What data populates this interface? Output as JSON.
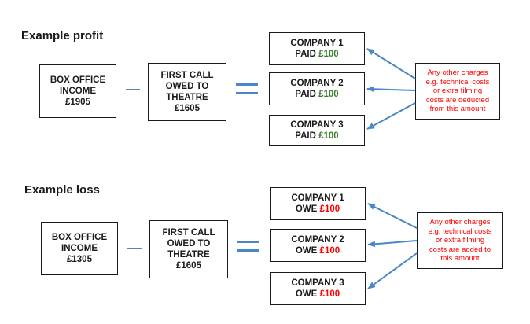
{
  "profit": {
    "title": "Example profit",
    "box_office": [
      "BOX OFFICE",
      "INCOME",
      "£1905"
    ],
    "first_call": [
      "FIRST CALL",
      "OWED TO",
      "THEATRE",
      "£1605"
    ],
    "companies": [
      {
        "name": "COMPANY 1",
        "label": "PAID",
        "amount": "£100"
      },
      {
        "name": "COMPANY 2",
        "label": "PAID",
        "amount": "£100"
      },
      {
        "name": "COMPANY 3",
        "label": "PAID",
        "amount": "£100"
      }
    ],
    "note": [
      "Any other charges",
      "e.g. technical costs",
      "or extra filming",
      "costs are deducted",
      "from this amount"
    ]
  },
  "loss": {
    "title": "Example loss",
    "box_office": [
      "BOX OFFICE",
      "INCOME",
      "£1305"
    ],
    "first_call": [
      "FIRST CALL",
      "OWED TO",
      "THEATRE",
      "£1605"
    ],
    "companies": [
      {
        "name": "COMPANY 1",
        "label": "OWE",
        "amount": "£100"
      },
      {
        "name": "COMPANY 2",
        "label": "OWE",
        "amount": "£100"
      },
      {
        "name": "COMPANY 3",
        "label": "OWE",
        "amount": "£100"
      }
    ],
    "note": [
      "Any other charges",
      "e.g. technical costs",
      "or extra filming",
      "costs are added to",
      "this amount"
    ]
  },
  "colors": {
    "paid_amount": "#3a7d2c",
    "owe_amount": "#ff0000",
    "note_text": "#ff0000",
    "connector": "#4a88c4"
  }
}
